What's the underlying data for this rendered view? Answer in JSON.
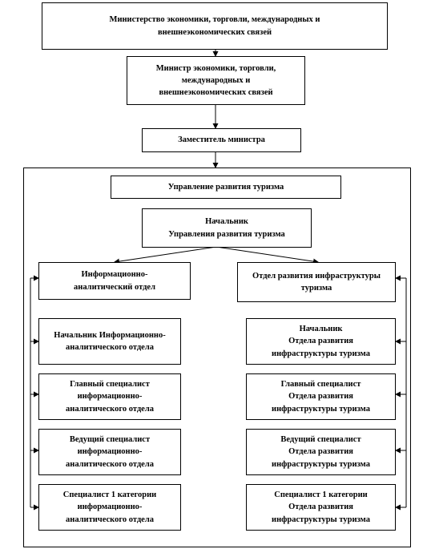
{
  "ministry": "Министерство экономики, торговли, международных и\nвнешнеэкономических связей",
  "minister": "Министр экономики, торговли,\nмеждународных и\nвнешнеэкономических связей",
  "deputy": "Заместитель министра",
  "department": "Управление развития туризма",
  "head": "Начальник\nУправления развития туризма",
  "left_department": {
    "title": "Информационно-\nаналитический отдел",
    "staff": [
      "Начальник Информационно-\nаналитического отдела",
      "Главный специалист\nинформационно-\nаналитического отдела",
      "Ведущий специалист\nинформационно-\nаналитического отдела",
      "Специалист 1 категории\nинформационно-\nаналитического отдела"
    ]
  },
  "right_department": {
    "title": "Отдел развития инфраструктуры\nтуризма",
    "staff": [
      "Начальник\nОтдела развития\nинфраструктуры туризма",
      "Главный специалист\nОтдела развития\nинфраструктуры туризма",
      "Ведущий специалист\nОтдела развития\nинфраструктуры туризма",
      "Специалист 1 категории\nОтдела развития\nинфраструктуры туризма"
    ]
  }
}
